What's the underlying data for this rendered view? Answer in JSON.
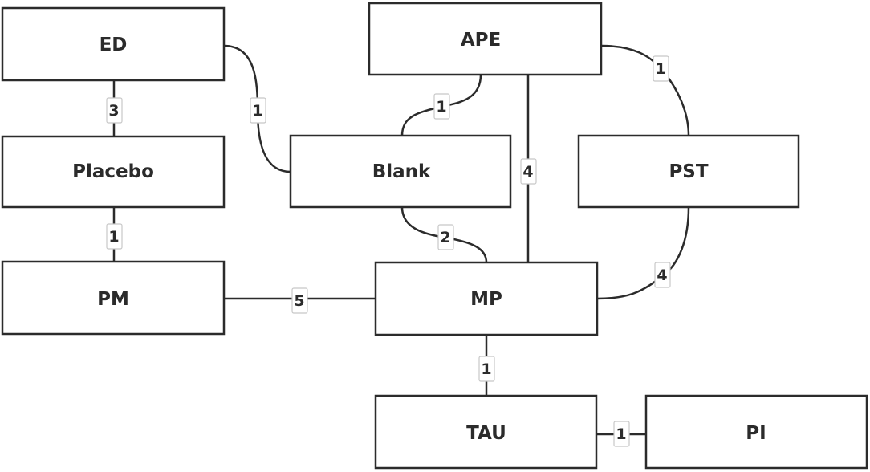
{
  "nodes": {
    "ed": "ED",
    "ape": "APE",
    "placebo": "Placebo",
    "blank": "Blank",
    "pst": "PST",
    "pm": "PM",
    "mp": "MP",
    "tau": "TAU",
    "pi": "PI"
  },
  "edges": {
    "ed_placebo": "3",
    "ed_blank": "1",
    "ape_blank": "1",
    "ape_mp": "4",
    "ape_pst": "1",
    "placebo_pm": "1",
    "blank_mp": "2",
    "pst_mp": "4",
    "pm_mp": "5",
    "mp_tau": "1",
    "tau_pi": "1"
  }
}
